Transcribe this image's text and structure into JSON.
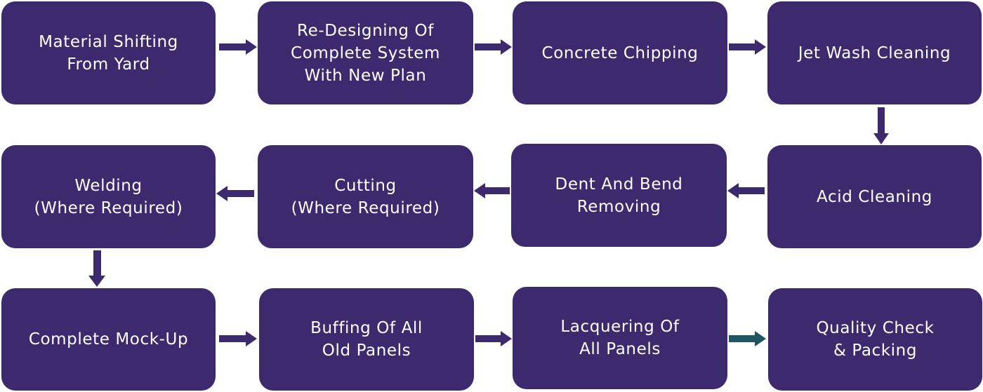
{
  "colors": {
    "box": "#3d2a6e",
    "text": "#ffffff",
    "arrow": "#3d2a6e",
    "arrow_final": "#1e5560"
  },
  "steps": [
    {
      "label": "Material Shifting\nFrom Yard"
    },
    {
      "label": "Re-Designing Of\nComplete System\nWith New Plan"
    },
    {
      "label": "Concrete Chipping"
    },
    {
      "label": "Jet Wash Cleaning"
    },
    {
      "label": "Acid Cleaning"
    },
    {
      "label": "Dent And Bend\nRemoving"
    },
    {
      "label": "Cutting\n(Where Required)"
    },
    {
      "label": "Welding\n(Where Required)"
    },
    {
      "label": "Complete Mock-Up"
    },
    {
      "label": "Buffing Of All\nOld Panels"
    },
    {
      "label": "Lacquering Of\nAll Panels"
    },
    {
      "label": "Quality Check\n& Packing"
    }
  ]
}
